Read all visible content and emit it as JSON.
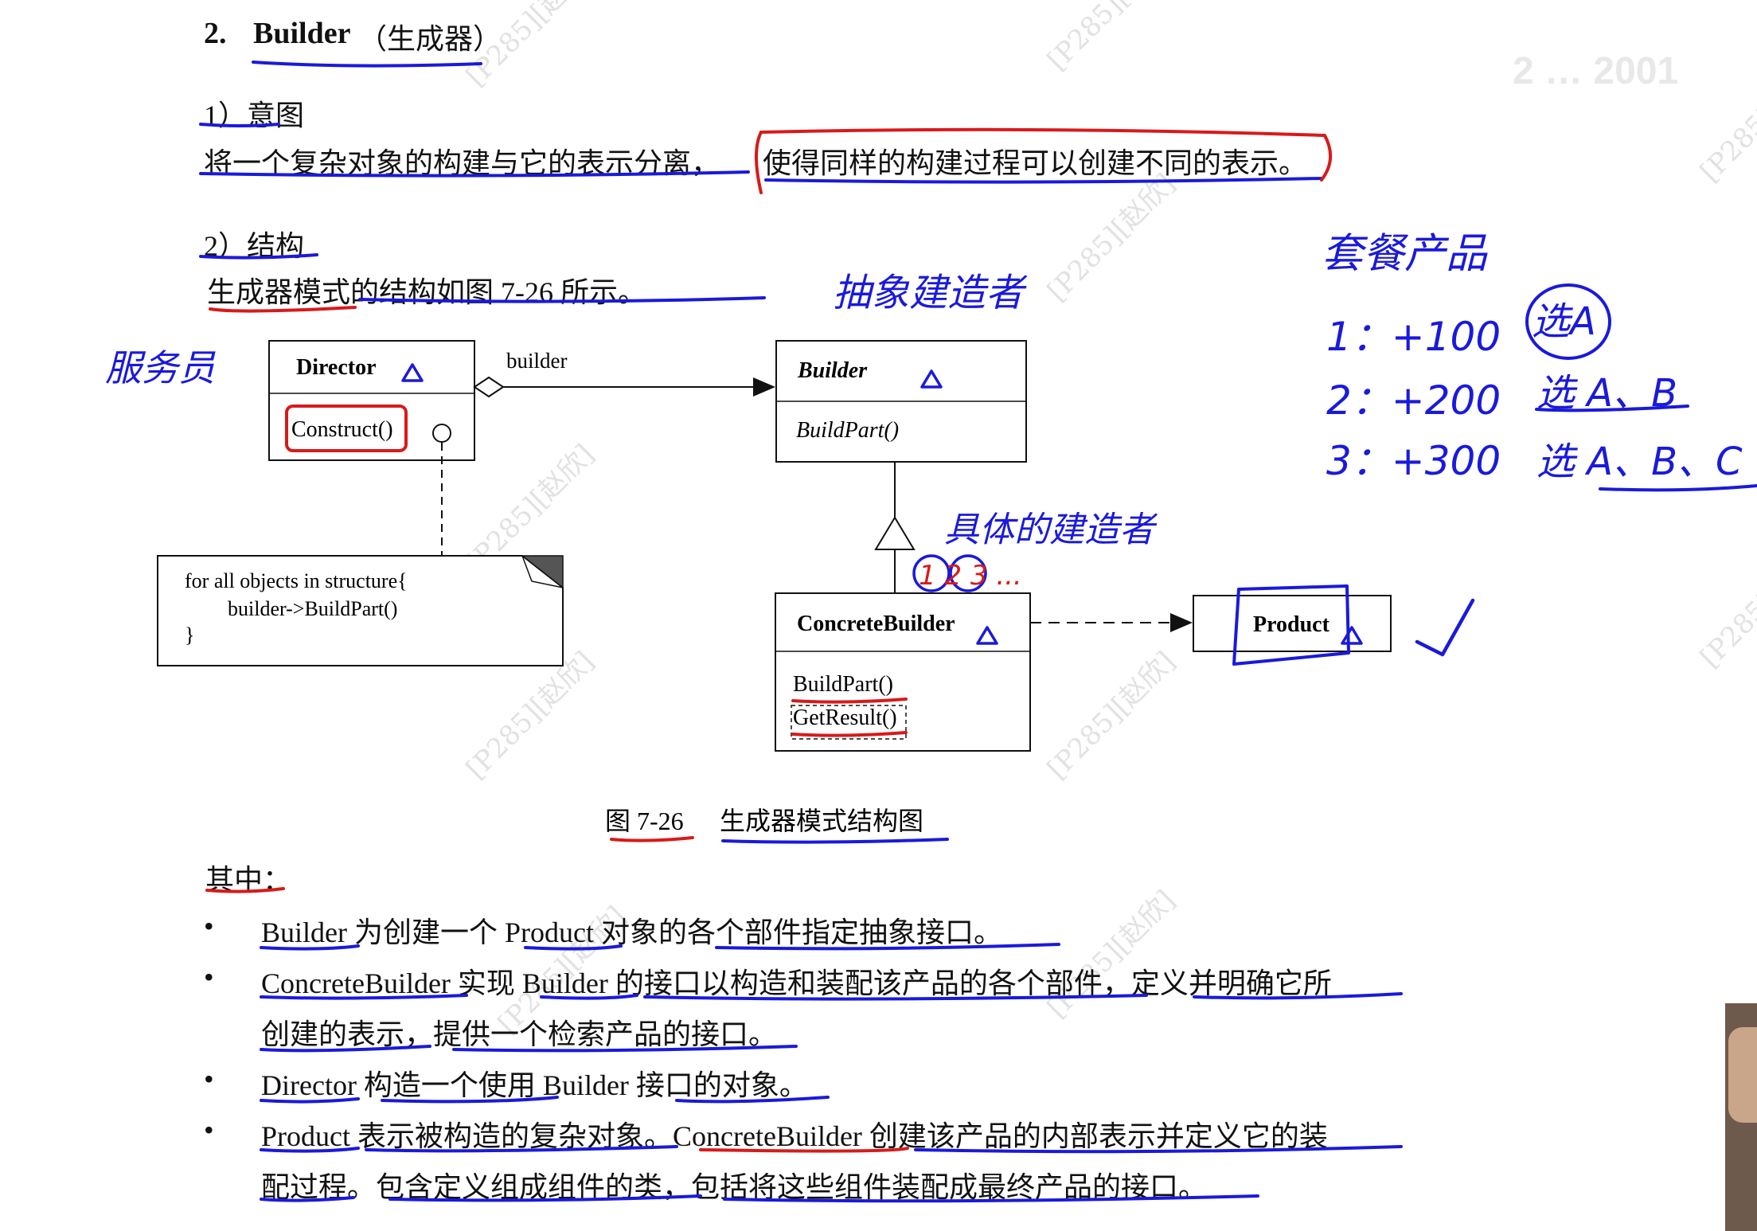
{
  "section": {
    "number": "2.",
    "title": "Builder",
    "title_cn": "（生成器）"
  },
  "intent": {
    "heading": "1）意图",
    "text_a": "将一个复杂对象的构建与它的表示分离，",
    "text_b": "使得同样的构建过程可以创建不同的表示。"
  },
  "structure": {
    "heading": "2）结构",
    "text": "生成器模式的结构如图 7-26 所示。"
  },
  "diagram": {
    "director": {
      "name": "Director",
      "method": "Construct()"
    },
    "builder_label": "builder",
    "builder": {
      "name": "Builder",
      "method": "BuildPart()"
    },
    "concrete": {
      "name": "ConcreteBuilder",
      "method1": "BuildPart()",
      "method2": "GetResult()"
    },
    "product": {
      "name": "Product"
    },
    "note": {
      "line1": "for all objects in structure{",
      "line2": "builder->BuildPart()",
      "line3": "}"
    },
    "caption_num": "图 7-26",
    "caption_text": "生成器模式结构图"
  },
  "where": {
    "heading": "其中：",
    "bullet": "•",
    "items": [
      {
        "line1": "Builder 为创建一个 Product 对象的各个部件指定抽象接口。"
      },
      {
        "line1": "ConcreteBuilder 实现 Builder 的接口以构造和装配该产品的各个部件，定义并明确它所",
        "line2": "创建的表示，提供一个检索产品的接口。"
      },
      {
        "line1": "Director 构造一个使用 Builder 接口的对象。"
      },
      {
        "line1": "Product 表示被构造的复杂对象。ConcreteBuilder 创建该产品的内部表示并定义它的装",
        "line2": "配过程。包含定义组成组件的类，包括将这些组件装配成最终产品的接口。"
      }
    ]
  },
  "annotations": {
    "director_note": "服务员",
    "abstract_note": "抽象建造者",
    "concrete_note": "具体的建造者",
    "concrete_nums": "1 2 3 ...",
    "product_title": "套餐产品",
    "row1": "1：+100",
    "row2": "2：+200",
    "row3": "3：+300",
    "pick1": "选A",
    "pick2": "选 A、B",
    "pick3": "选 A、B、C"
  },
  "watermark": "[P285][赵欣]",
  "corner_logo": "2 … 2001",
  "colors": {
    "ink_blue": "#1a1adb",
    "ink_red": "#d81a1a",
    "watermark": "#dcdcdc"
  }
}
